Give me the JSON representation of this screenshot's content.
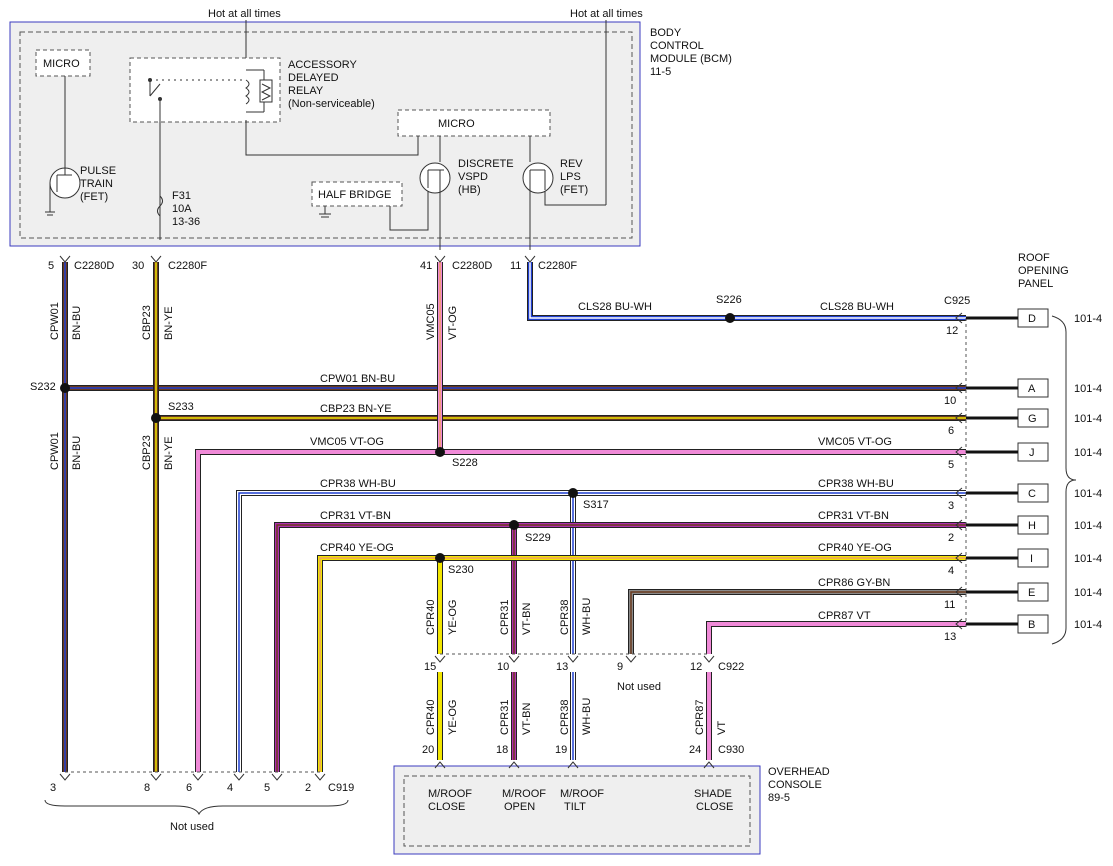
{
  "top_labels": {
    "hot_left": "Hot at all times",
    "hot_right": "Hot at all times"
  },
  "bcm": {
    "title_lines": [
      "BODY",
      "CONTROL",
      "MODULE (BCM)",
      "11-5"
    ],
    "micro_left": "MICRO",
    "micro_center": "MICRO",
    "relay_lines": [
      "ACCESSORY",
      "DELAYED",
      "RELAY",
      "(Non-serviceable)"
    ],
    "pulse_lines": [
      "PULSE",
      "TRAIN",
      "(FET)"
    ],
    "fuse_lines": [
      "F31",
      "10A",
      "13-36"
    ],
    "discrete_lines": [
      "DISCRETE",
      "VSPD",
      "(HB)"
    ],
    "rev_lines": [
      "REV",
      "LPS",
      "(FET)"
    ],
    "half_bridge": "HALF BRIDGE"
  },
  "bcm_pins": [
    {
      "num": "5",
      "conn": "C2280D"
    },
    {
      "num": "30",
      "conn": "C2280F"
    },
    {
      "num": "41",
      "conn": "C2280D"
    },
    {
      "num": "11",
      "conn": "C2280F"
    }
  ],
  "roof_panel": {
    "title_lines": [
      "ROOF",
      "OPENING",
      "PANEL"
    ],
    "connector": "C925",
    "ref": "101-4",
    "pins": [
      {
        "letter": "D",
        "num": "12"
      },
      {
        "letter": "A",
        "num": "10"
      },
      {
        "letter": "G",
        "num": "6"
      },
      {
        "letter": "J",
        "num": "5"
      },
      {
        "letter": "C",
        "num": "3"
      },
      {
        "letter": "H",
        "num": "2"
      },
      {
        "letter": "I",
        "num": "4"
      },
      {
        "letter": "E",
        "num": "11"
      },
      {
        "letter": "B",
        "num": "13"
      }
    ]
  },
  "horizontal_wires": [
    {
      "left": "CLS28  BU-WH",
      "right": "CLS28  BU-WH"
    },
    {
      "left": "CPW01  BN-BU"
    },
    {
      "left": "CBP23  BN-YE"
    },
    {
      "left": "VMC05  VT-OG",
      "right": "VMC05  VT-OG"
    },
    {
      "left": "CPR38  WH-BU",
      "right": "CPR38  WH-BU"
    },
    {
      "left": "CPR31  VT-BN",
      "right": "CPR31  VT-BN"
    },
    {
      "left": "CPR40  YE-OG",
      "right": "CPR40  YE-OG"
    },
    {
      "right": "CPR86  GY-BN"
    },
    {
      "right": "CPR87  VT"
    }
  ],
  "splices": [
    "S226",
    "S232",
    "S233",
    "S228",
    "S317",
    "S229",
    "S230"
  ],
  "vertical_labels": [
    {
      "circuit": "CPW01",
      "color": "BN-BU"
    },
    {
      "circuit": "CBP23",
      "color": "BN-YE"
    },
    {
      "circuit": "VMC05",
      "color": "VT-OG"
    },
    {
      "circuit": "CPW01",
      "color": "BN-BU"
    },
    {
      "circuit": "CBP23",
      "color": "BN-YE"
    },
    {
      "circuit": "CPR40",
      "color": "YE-OG"
    },
    {
      "circuit": "CPR31",
      "color": "VT-BN"
    },
    {
      "circuit": "CPR38",
      "color": "WH-BU"
    },
    {
      "circuit": "CPR40",
      "color": "YE-OG"
    },
    {
      "circuit": "CPR31",
      "color": "VT-BN"
    },
    {
      "circuit": "CPR38",
      "color": "WH-BU"
    },
    {
      "circuit": "CPR87",
      "color": "VT"
    }
  ],
  "c922": {
    "connector": "C922",
    "pins": [
      "15",
      "10",
      "13",
      "9",
      "12"
    ],
    "not_used": "Not used"
  },
  "c919": {
    "connector": "C919",
    "pins": [
      "3",
      "8",
      "6",
      "4",
      "5",
      "2"
    ],
    "not_used": "Not used"
  },
  "c930": {
    "connector": "C930",
    "pins": [
      "20",
      "18",
      "19",
      "24"
    ]
  },
  "overhead": {
    "title_lines": [
      "OVERHEAD",
      "CONSOLE",
      "89-5"
    ],
    "functions": [
      [
        "M/ROOF",
        "CLOSE"
      ],
      [
        "M/ROOF",
        "OPEN"
      ],
      [
        "M/ROOF",
        "TILT"
      ],
      [
        "SHADE",
        "CLOSE"
      ]
    ]
  },
  "colors": {
    "module_border": "#3b3bbf",
    "module_fill": "#efefef",
    "brown": "#6b3a1e",
    "blue": "#1f3fd0",
    "yellow": "#f2e600",
    "pink_violet": "#f08ad8",
    "violet": "#b030b0",
    "orange": "#f0a060",
    "gray": "#8a8a8a",
    "white": "#ffffff"
  }
}
